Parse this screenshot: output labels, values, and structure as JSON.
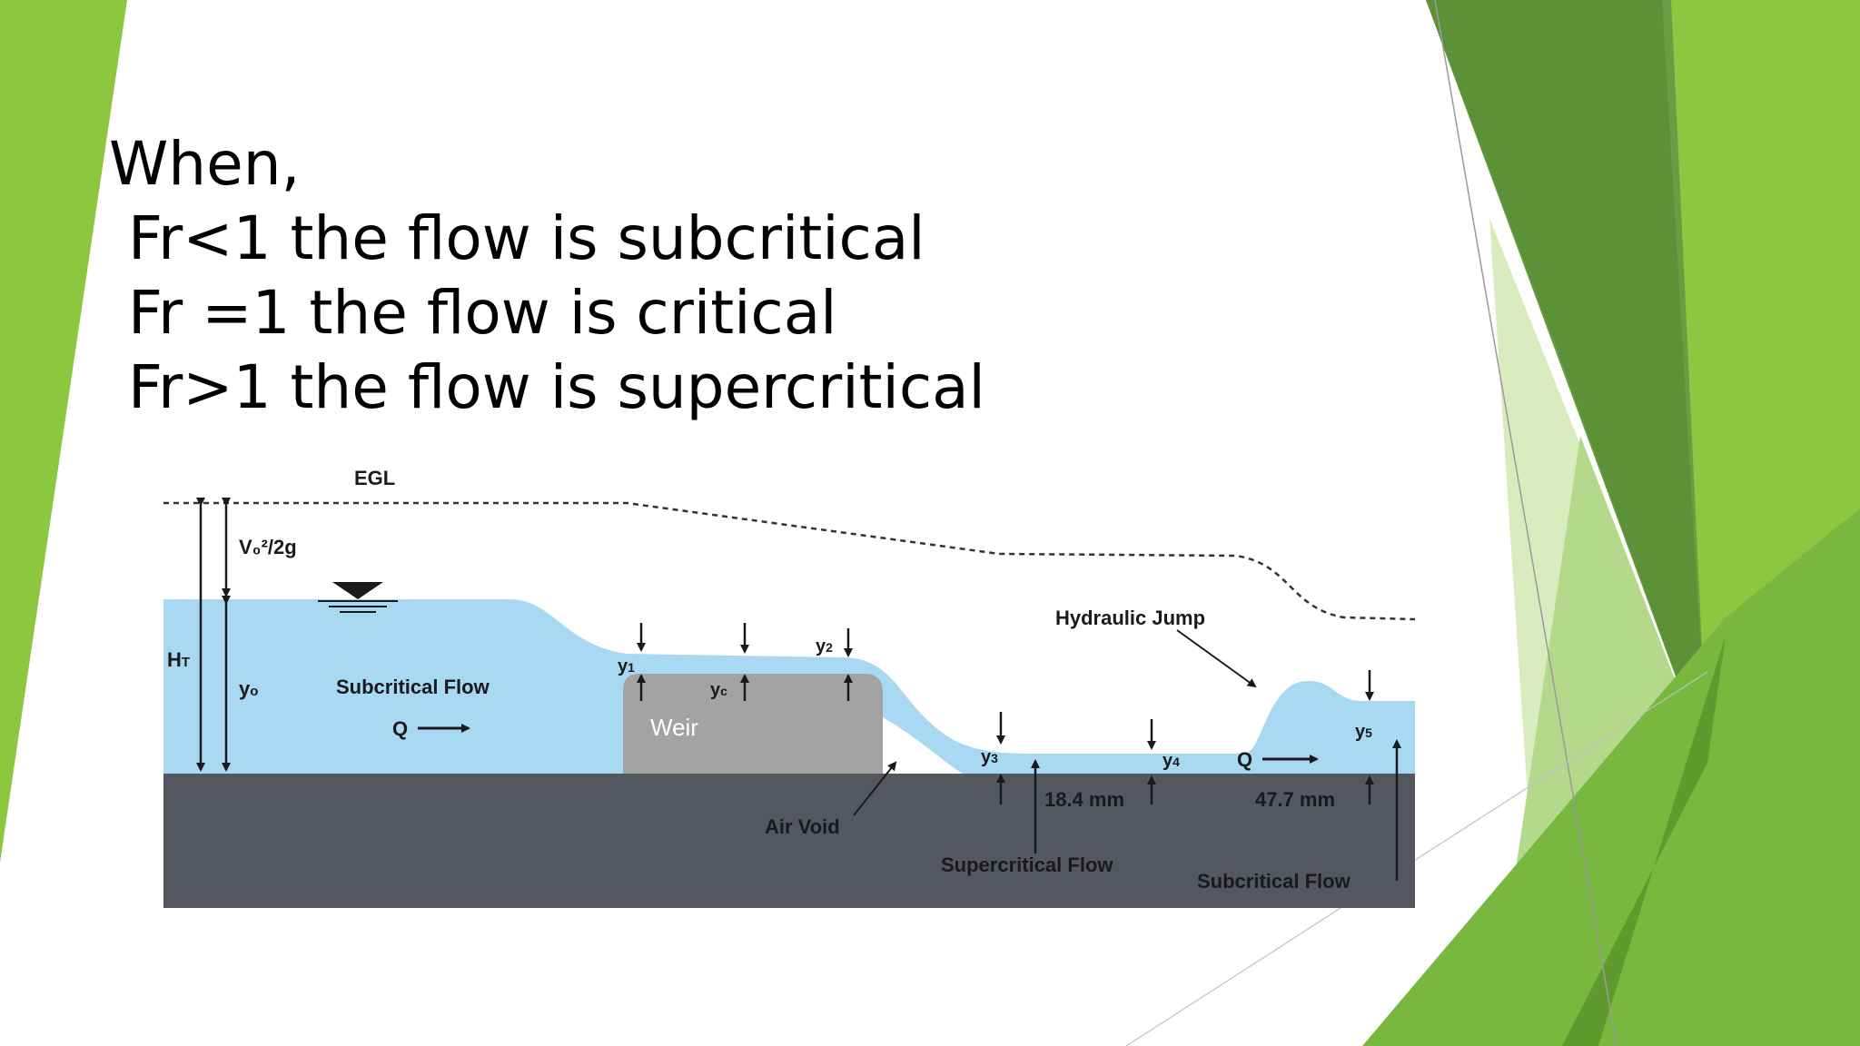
{
  "slide": {
    "lines": [
      "When,",
      " Fr<1 the flow is subcritical",
      " Fr =1 the flow is critical",
      " Fr>1 the flow is supercritical"
    ]
  },
  "diagram": {
    "egl": "EGL",
    "velocity_head": "V₀²/2g",
    "total_head": "H",
    "total_head_sub": "T",
    "y0": "y",
    "y0_sub": "o",
    "subcritical_flow_upstream": "Subcritical Flow",
    "flow_q_1": "Q",
    "weir": "Weir",
    "y1": "y",
    "y1_sub": "1",
    "yc": "y",
    "yc_sub": "c",
    "y2": "y",
    "y2_sub": "2",
    "y3": "y",
    "y3_sub": "3",
    "y4": "y",
    "y4_sub": "4",
    "y5": "y",
    "y5_sub": "5",
    "flow_q_2": "Q",
    "air_void": "Air Void",
    "depth_1": "18.4 mm",
    "depth_2": "47.7 mm",
    "supercritical_flow": "Supercritical Flow",
    "subcritical_flow_downstream": "Subcritical Flow",
    "hydraulic_jump": "Hydraulic Jump"
  },
  "colors": {
    "green_light": "#8dc63f",
    "green_dark": "#5f9e3a",
    "water": "#a8d8f2",
    "bed": "#545660",
    "weir": "#a3a3a3"
  }
}
